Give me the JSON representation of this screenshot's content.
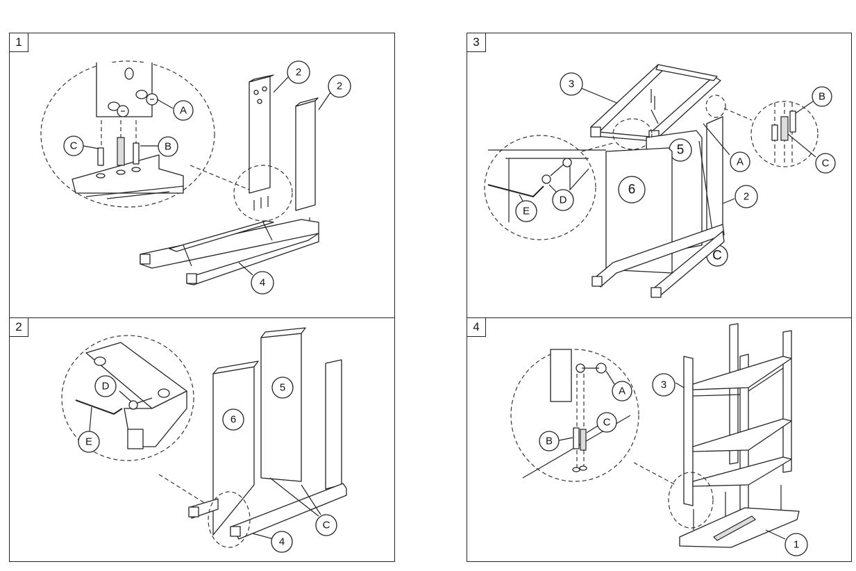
{
  "steps": [
    {
      "number": "1",
      "labels": {
        "A": "A",
        "B": "B",
        "C": "C",
        "p2a": "2",
        "p2b": "2",
        "p4": "4"
      }
    },
    {
      "number": "2",
      "labels": {
        "D": "D",
        "E": "E",
        "C": "C",
        "p4": "4",
        "p5": "5",
        "p6": "6"
      }
    },
    {
      "number": "3",
      "labels": {
        "A": "A",
        "B": "B",
        "C": "C",
        "C2": "C",
        "D": "D",
        "E": "E",
        "p2": "2",
        "p3": "3",
        "p5": "5",
        "p6": "6"
      }
    },
    {
      "number": "4",
      "labels": {
        "A": "A",
        "B": "B",
        "C": "C",
        "p1": "1",
        "p3": "3"
      }
    }
  ]
}
